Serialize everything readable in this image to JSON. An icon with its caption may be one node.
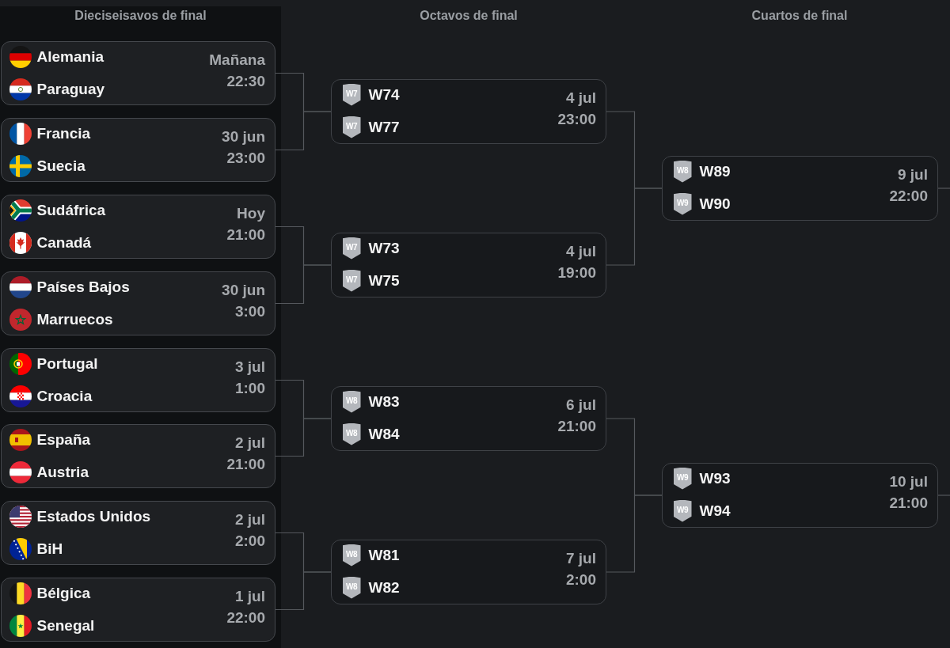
{
  "diagram": {
    "nodes": [
      {
        "text": [
          "Dieciseisavos de final"
        ]
      },
      {
        "text": [
          "Alemania",
          "Paraguay",
          "Mañana",
          "22:30"
        ],
        "in": 0
      },
      {
        "text": [
          "Francia",
          "Suecia",
          "30 jun",
          "23:00"
        ],
        "in": 0
      },
      {
        "text": [
          "Sudáfrica",
          "Canadá",
          "Hoy",
          "21:00"
        ],
        "in": 0
      },
      {
        "text": [
          "Países Bajos",
          "Marruecos",
          "30 jun",
          "3:00"
        ],
        "in": 0
      },
      {
        "text": [
          "Portugal",
          "Croacia",
          "3 jul",
          "1:00"
        ],
        "in": 0
      },
      {
        "text": [
          "España",
          "Austria",
          "2 jul",
          "21:00"
        ],
        "in": 0
      },
      {
        "text": [
          "Estados Unidos",
          "BiH",
          "2 jul",
          "2:00"
        ],
        "in": 0
      },
      {
        "text": [
          "Bélgica",
          "Senegal",
          "1 jul",
          "22:00"
        ],
        "in": 0
      },
      {
        "text": [
          "W7",
          "W74",
          "W7",
          "W77",
          "4 jul",
          "23:00"
        ]
      },
      {
        "text": [
          "W7",
          "W73",
          "W7",
          "W75",
          "4 jul",
          "19:00"
        ]
      },
      {
        "text": [
          "W8",
          "W83",
          "W8",
          "W84",
          "6 jul",
          "21:00"
        ]
      },
      {
        "text": [
          "W8",
          "W81",
          "W8",
          "W82",
          "7 jul",
          "2:00"
        ]
      },
      {
        "text": [
          "W8",
          "W89",
          "W9",
          "W90",
          "9 jul",
          "22:00"
        ]
      },
      {
        "text": [
          "W9",
          "W93",
          "W9",
          "W94",
          "10 jul",
          "21:00"
        ]
      }
    ],
    "edges": [
      {
        "from": 1,
        "to": 9,
        "arrow": "none"
      },
      {
        "from": 2,
        "to": 9,
        "arrow": "none"
      },
      {
        "from": 3,
        "to": 10,
        "arrow": "none"
      },
      {
        "from": 4,
        "to": 10,
        "arrow": "none"
      },
      {
        "from": 5,
        "to": 11,
        "arrow": "none"
      },
      {
        "from": 6,
        "to": 11,
        "arrow": "none"
      },
      {
        "from": 7,
        "to": 12,
        "arrow": "none"
      },
      {
        "from": 8,
        "to": 12,
        "arrow": "none"
      },
      {
        "from": 9,
        "to": 13,
        "arrow": "none"
      },
      {
        "from": 10,
        "to": 13,
        "arrow": "none"
      },
      {
        "from": 11,
        "to": 14,
        "arrow": "none"
      },
      {
        "from": 12,
        "to": 14,
        "arrow": "none"
      },
      {
        "from": 13,
        "to": null,
        "arrow": "none"
      },
      {
        "from": 14,
        "to": null,
        "arrow": "none"
      }
    ],
    "labels": [
      "Octavos de final",
      "Cuartos de final"
    ]
  }
}
